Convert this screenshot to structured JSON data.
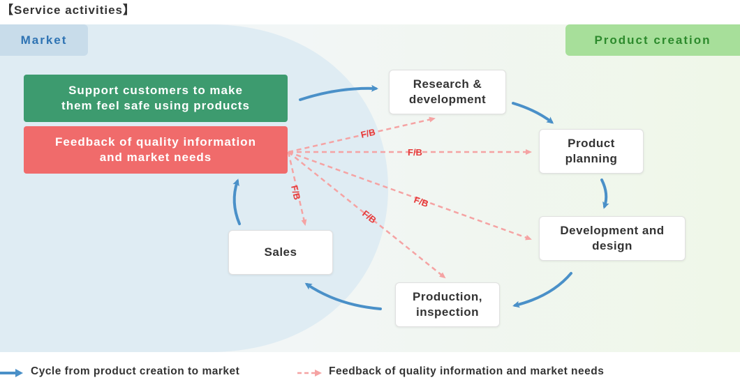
{
  "title": "【Service activities】",
  "sections": {
    "market": "Market",
    "product_creation": "Product creation"
  },
  "boxes": {
    "support": "Support customers to make\nthem feel safe using products",
    "feedback": "Feedback of quality information\nand market needs",
    "research": "Research &\ndevelopment",
    "planning": "Product\nplanning",
    "development": "Development and\ndesign",
    "production": "Production,\ninspection",
    "sales": "Sales"
  },
  "fb_label": "F/B",
  "legend": {
    "cycle": "Cycle from product creation to market",
    "feedback": "Feedback of quality information and market needs"
  },
  "colors": {
    "cycle_arrow": "#4a90c8",
    "feedback_arrow": "#f5a3a3",
    "fb_text": "#e53b3b"
  }
}
